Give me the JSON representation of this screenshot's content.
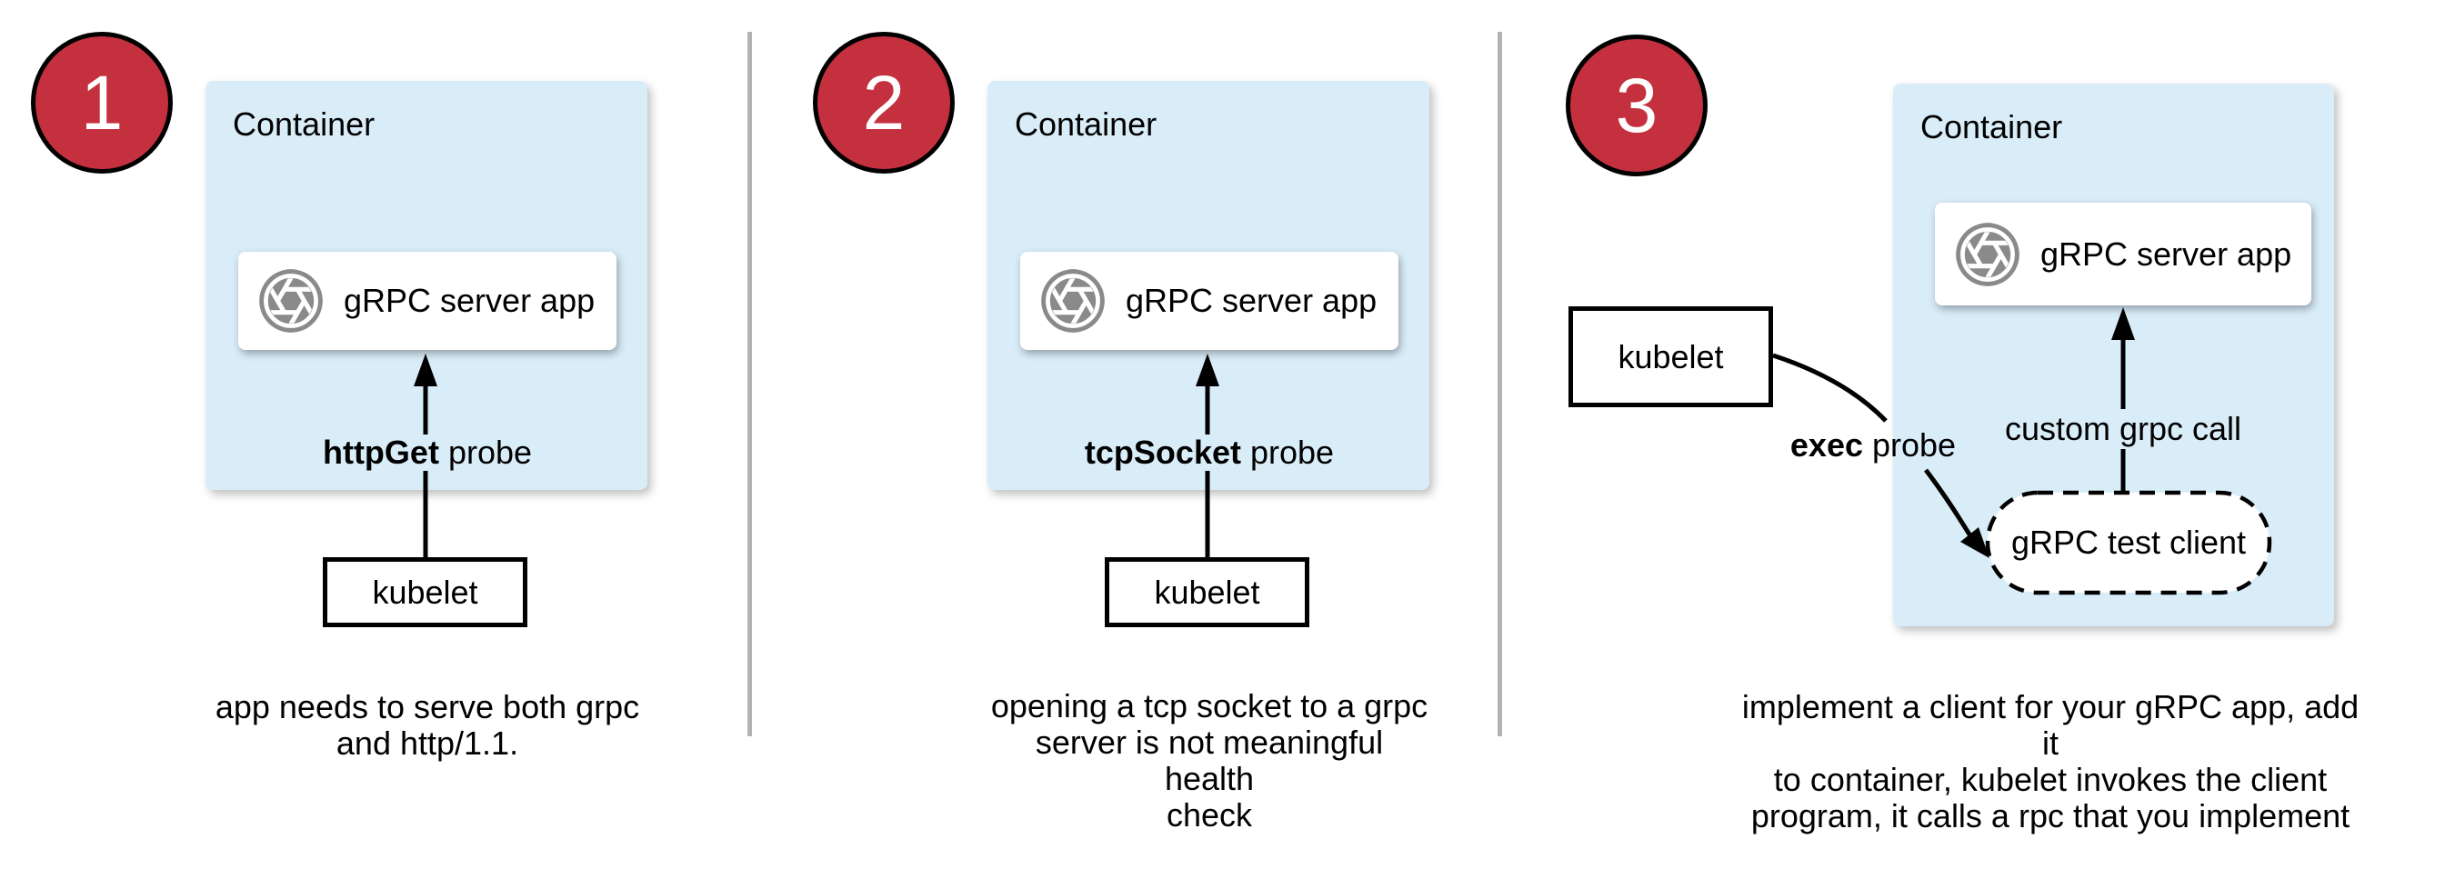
{
  "diagram": {
    "title": "gRPC health-check probe options",
    "colors": {
      "step_badge_red": "#c5303e",
      "container_blue": "#d9edf9",
      "icon_gray": "#8a8a8a",
      "divider_gray": "#b3b3b3",
      "line_black": "#000000"
    }
  },
  "panels": [
    {
      "number": "1",
      "container_label": "Container",
      "app_icon": "aperture-icon",
      "app_label": "gRPC server app",
      "probe_bold": "httpGet",
      "probe_suffix": " probe",
      "kubelet_label": "kubelet",
      "caption": "app needs to serve both grpc\nand http/1.1."
    },
    {
      "number": "2",
      "container_label": "Container",
      "app_icon": "aperture-icon",
      "app_label": "gRPC server app",
      "probe_bold": "tcpSocket",
      "probe_suffix": " probe",
      "kubelet_label": "kubelet",
      "caption": "opening a tcp socket to a grpc\nserver is not meaningful health\ncheck"
    },
    {
      "number": "3",
      "container_label": "Container",
      "app_icon": "aperture-icon",
      "app_label": "gRPC server app",
      "probe_bold": "exec",
      "probe_suffix": " probe",
      "kubelet_label": "kubelet",
      "call_label": "custom grpc call",
      "test_client_label": "gRPC test client",
      "caption": "implement a client for your gRPC app, add it\nto container, kubelet invokes the client\nprogram, it calls a rpc that you implement"
    }
  ]
}
